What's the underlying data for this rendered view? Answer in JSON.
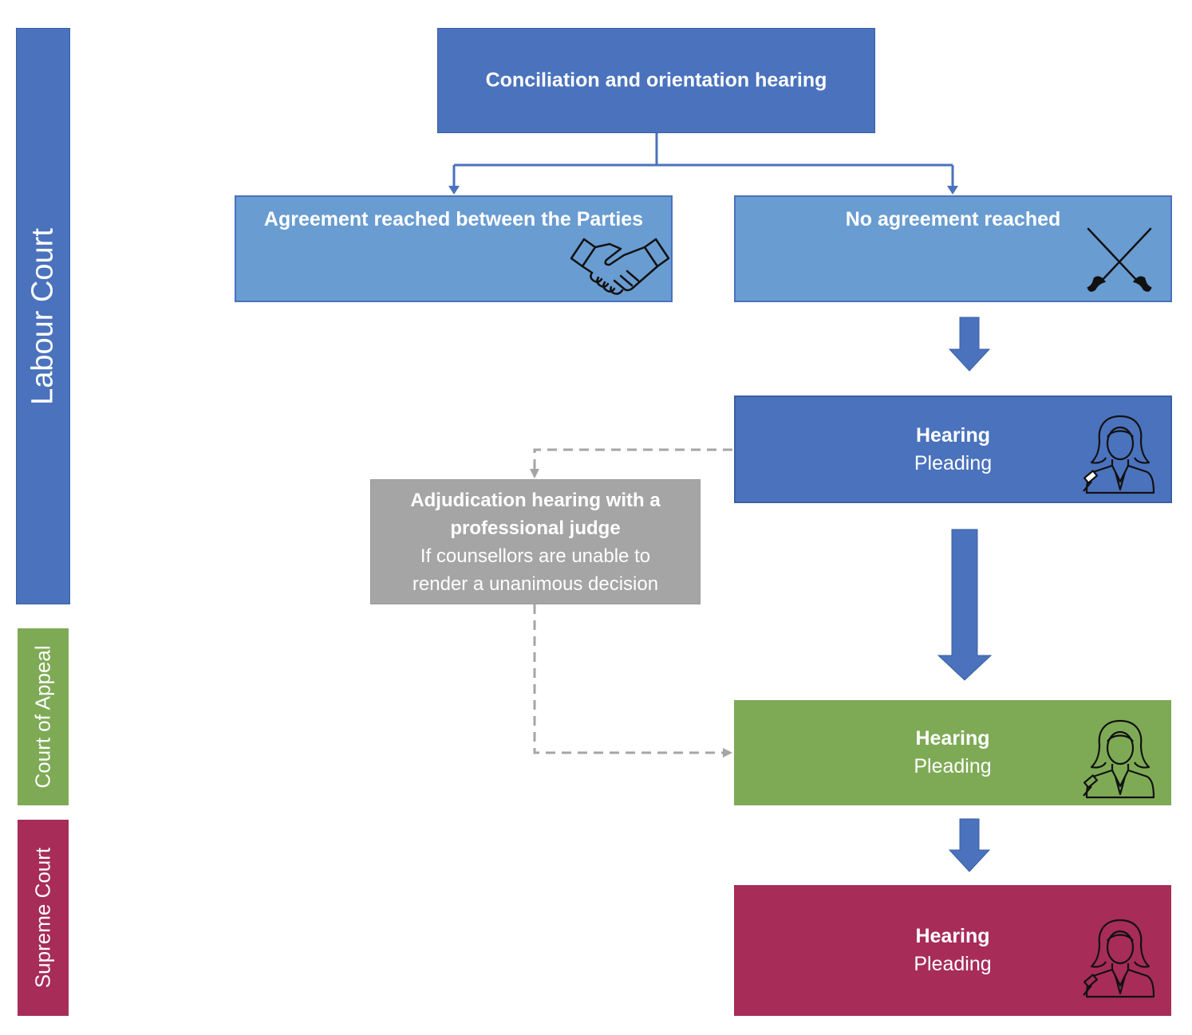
{
  "sidebars": {
    "labour": "Labour Court",
    "appeal": "Court of Appeal",
    "supreme": "Supreme Court"
  },
  "nodes": {
    "conciliation": "Conciliation and orientation hearing",
    "agreement": "Agreement reached between the Parties",
    "no_agreement": "No agreement reached",
    "labour_hearing": {
      "title": "Hearing",
      "sub": "Pleading"
    },
    "adjudication": {
      "title_line1": "Adjudication hearing with a",
      "title_line2": "professional judge",
      "sub_line1": "If counsellors are unable to",
      "sub_line2": "render a unanimous decision"
    },
    "appeal_hearing": {
      "title": "Hearing",
      "sub": "Pleading"
    },
    "supreme_hearing": {
      "title": "Hearing",
      "sub": "Pleading"
    }
  },
  "colors": {
    "dark_blue": "#4a72bd",
    "light_blue": "#699cd1",
    "green": "#7eaa55",
    "crimson": "#a72c58",
    "grey": "#a5a5a5"
  },
  "icons": {
    "agreement": "handshake-icon",
    "no_agreement": "crossed-swords-icon",
    "hearing": "judge-icon"
  }
}
